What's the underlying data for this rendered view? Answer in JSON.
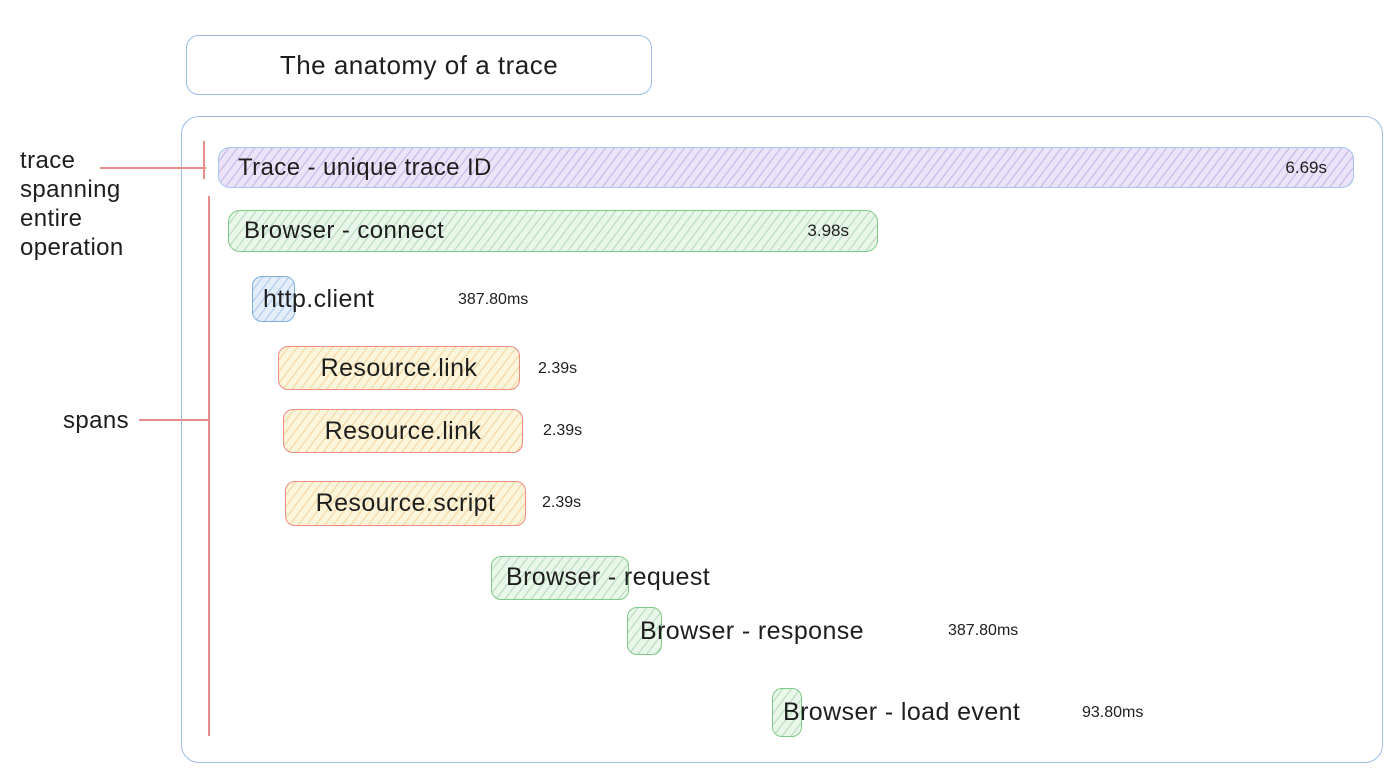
{
  "title": {
    "text": "The anatomy of a trace"
  },
  "annotations": {
    "trace": "trace\nspanning\nentire\noperation",
    "spans": "spans"
  },
  "spans": [
    {
      "label": "Trace - unique trace ID",
      "duration": "6.69s",
      "color": "purple"
    },
    {
      "label": "Browser - connect",
      "duration": "3.98s",
      "color": "green"
    },
    {
      "label": "http.client",
      "duration": "387.80ms",
      "color": "blue"
    },
    {
      "label": "Resource.link",
      "duration": "2.39s",
      "color": "yellow"
    },
    {
      "label": "Resource.link",
      "duration": "2.39s",
      "color": "yellow"
    },
    {
      "label": "Resource.script",
      "duration": "2.39s",
      "color": "yellow"
    },
    {
      "label": "Browser - request",
      "duration": "",
      "color": "green"
    },
    {
      "label": "Browser - response",
      "duration": "387.80ms",
      "color": "green"
    },
    {
      "label": "Browser - load event",
      "duration": "93.80ms",
      "color": "green"
    }
  ],
  "colors": {
    "frame_blue": "#9cbde6",
    "annotation_red": "#e88c8c",
    "ink": "#1e1e1e",
    "purple_fill": "#ebe3f8",
    "purple_hatch": "rgba(140,105,200,0.30)",
    "purple_border": "#a6c6ec",
    "green_fill": "#e9f6ea",
    "green_hatch": "rgba(75,160,90,0.25)",
    "green_border": "#7fc989",
    "blue_fill": "#e3eefa",
    "blue_hatch": "rgba(85,140,210,0.30)",
    "blue_border": "#7eafe2",
    "yellow_fill": "#fdf5da",
    "yellow_hatch": "rgba(226,160,68,0.30)",
    "yellow_border": "#ea8d83"
  }
}
